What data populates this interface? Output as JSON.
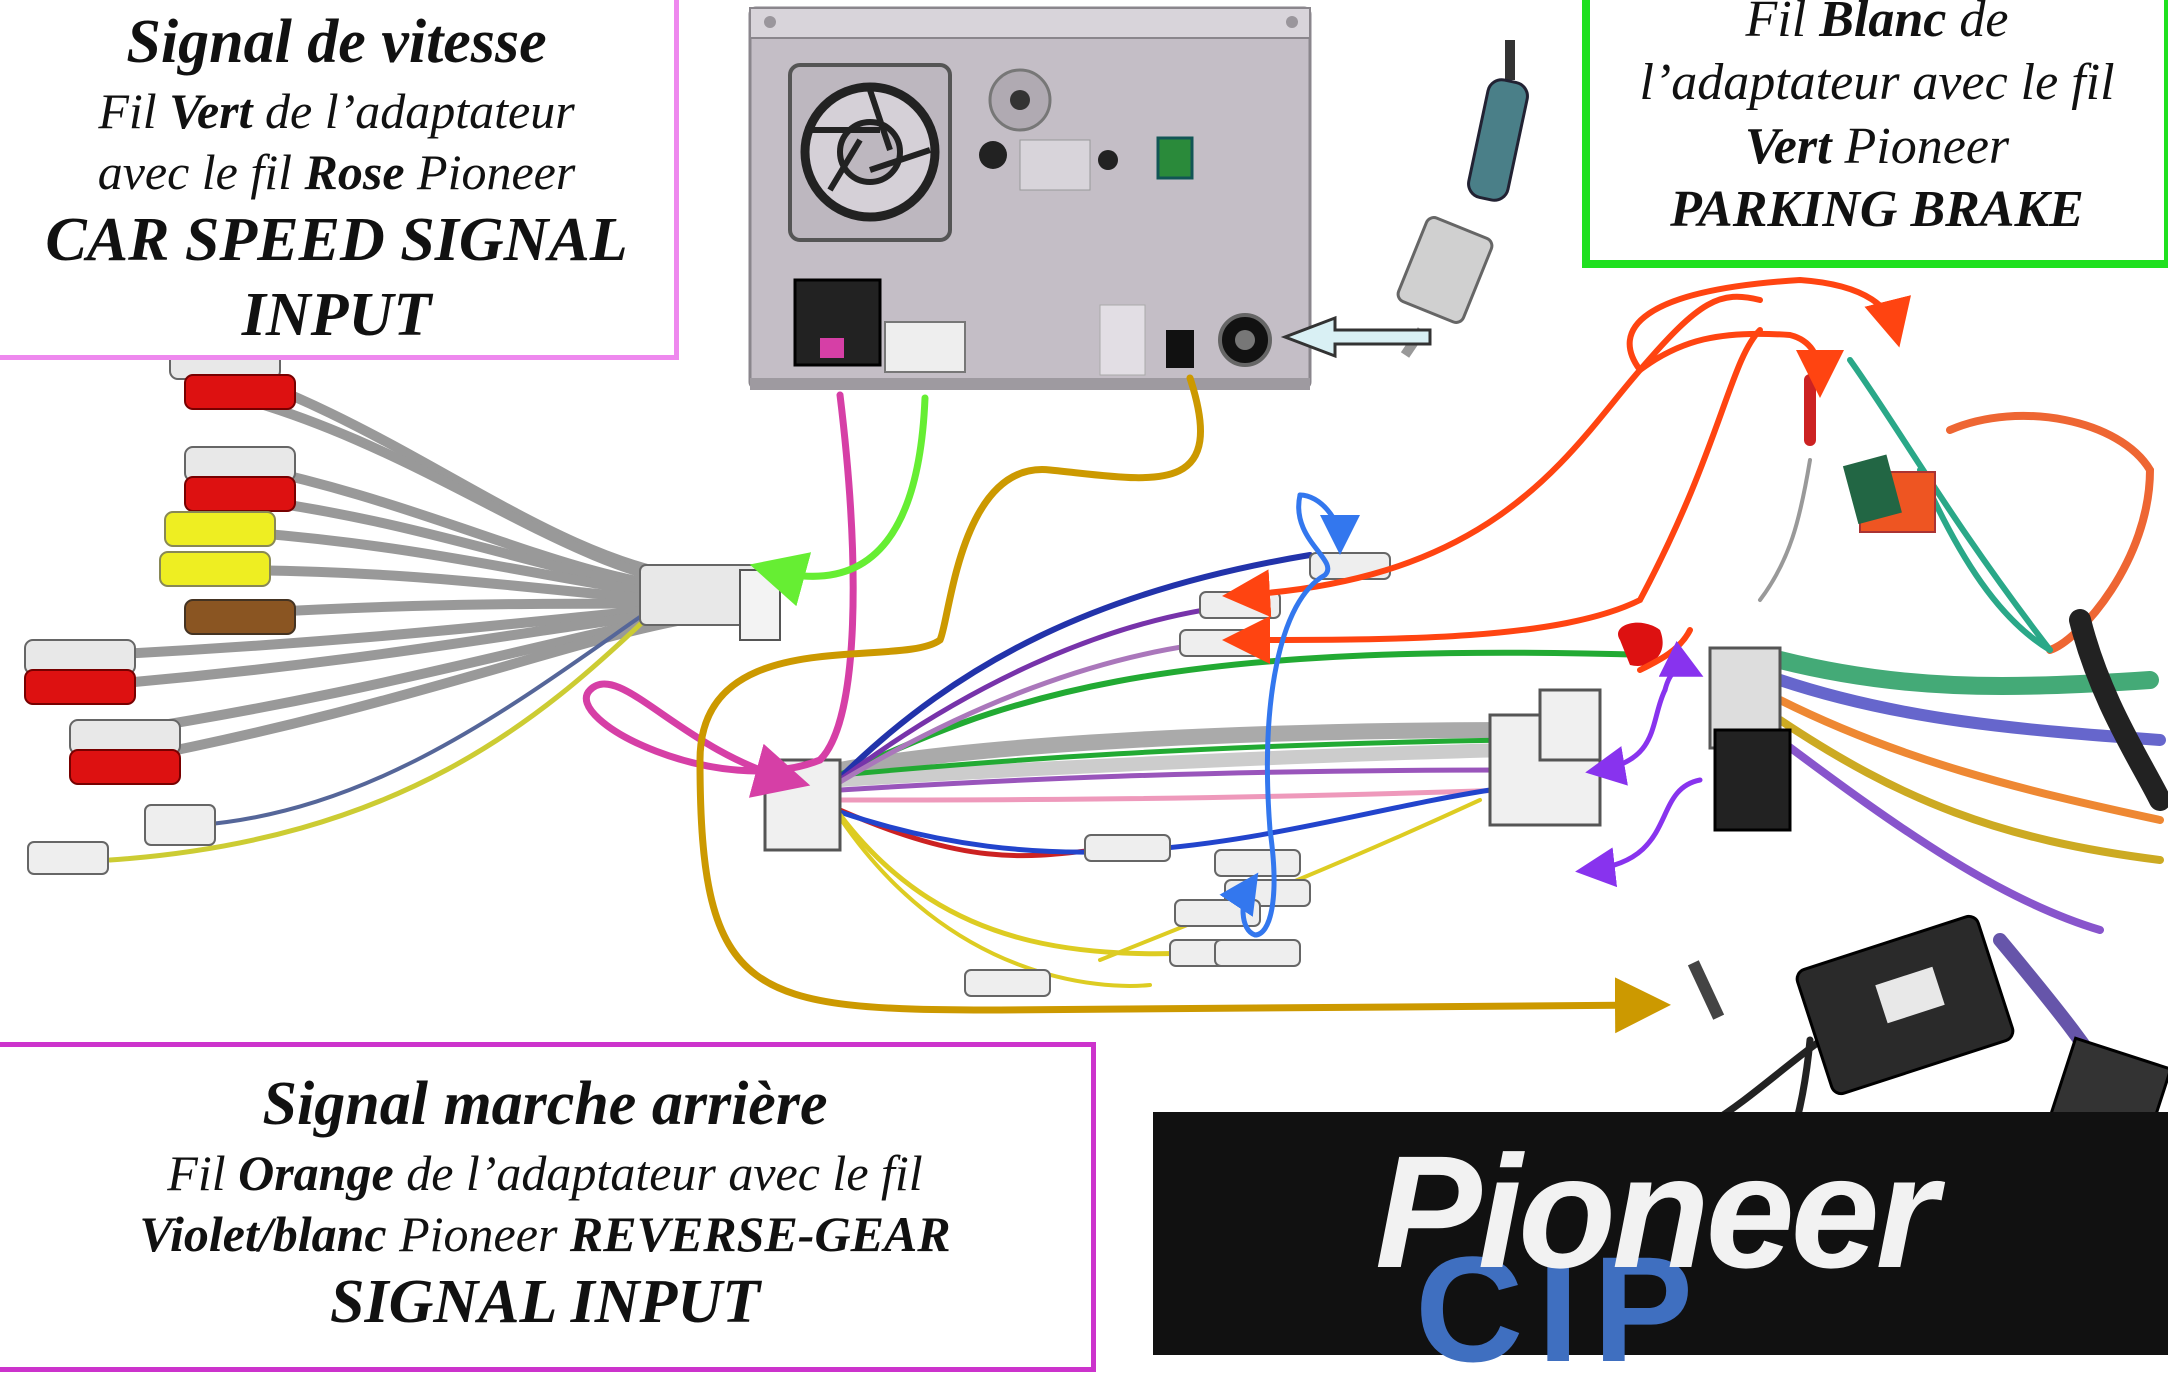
{
  "speed_box": {
    "title": "Signal de vitesse",
    "line1_a": "Fil ",
    "line1_b": "Vert",
    "line1_c": " de l’adaptateur",
    "line2_a": "avec le fil ",
    "line2_b": "Rose",
    "line2_c": " Pioneer",
    "line3": "CAR SPEED SIGNAL",
    "line4": "INPUT"
  },
  "parking_box": {
    "line1_a": "Fil ",
    "line1_b": "Blanc",
    "line1_c": " de",
    "line2": "l’adaptateur avec le fil",
    "line3_a": "Vert",
    "line3_b": " Pioneer",
    "line4": "PARKING BRAKE"
  },
  "reverse_box": {
    "title": "Signal marche arrière",
    "line1_a": "Fil ",
    "line1_b": "Orange",
    "line1_c": " de l’adaptateur avec le fil",
    "line2_a": "Violet/blanc",
    "line2_b": " Pioneer ",
    "line2_c": "REVERSE-GEAR",
    "line3": "SIGNAL INPUT"
  },
  "logo": {
    "wordmark": "Pioneer",
    "sub": "CIP"
  },
  "colors": {
    "speed_border": "#ee88ee",
    "parking_border": "#1fe01f",
    "reverse_border": "#cc33cc",
    "arrow_magenta": "#d63fa6",
    "arrow_green": "#66ee33",
    "arrow_gold": "#cc9900",
    "arrow_orange": "#ff4411",
    "arrow_blue": "#3377ee",
    "arrow_violet": "#8833ee",
    "logo_sub": "#3f6fc0"
  }
}
